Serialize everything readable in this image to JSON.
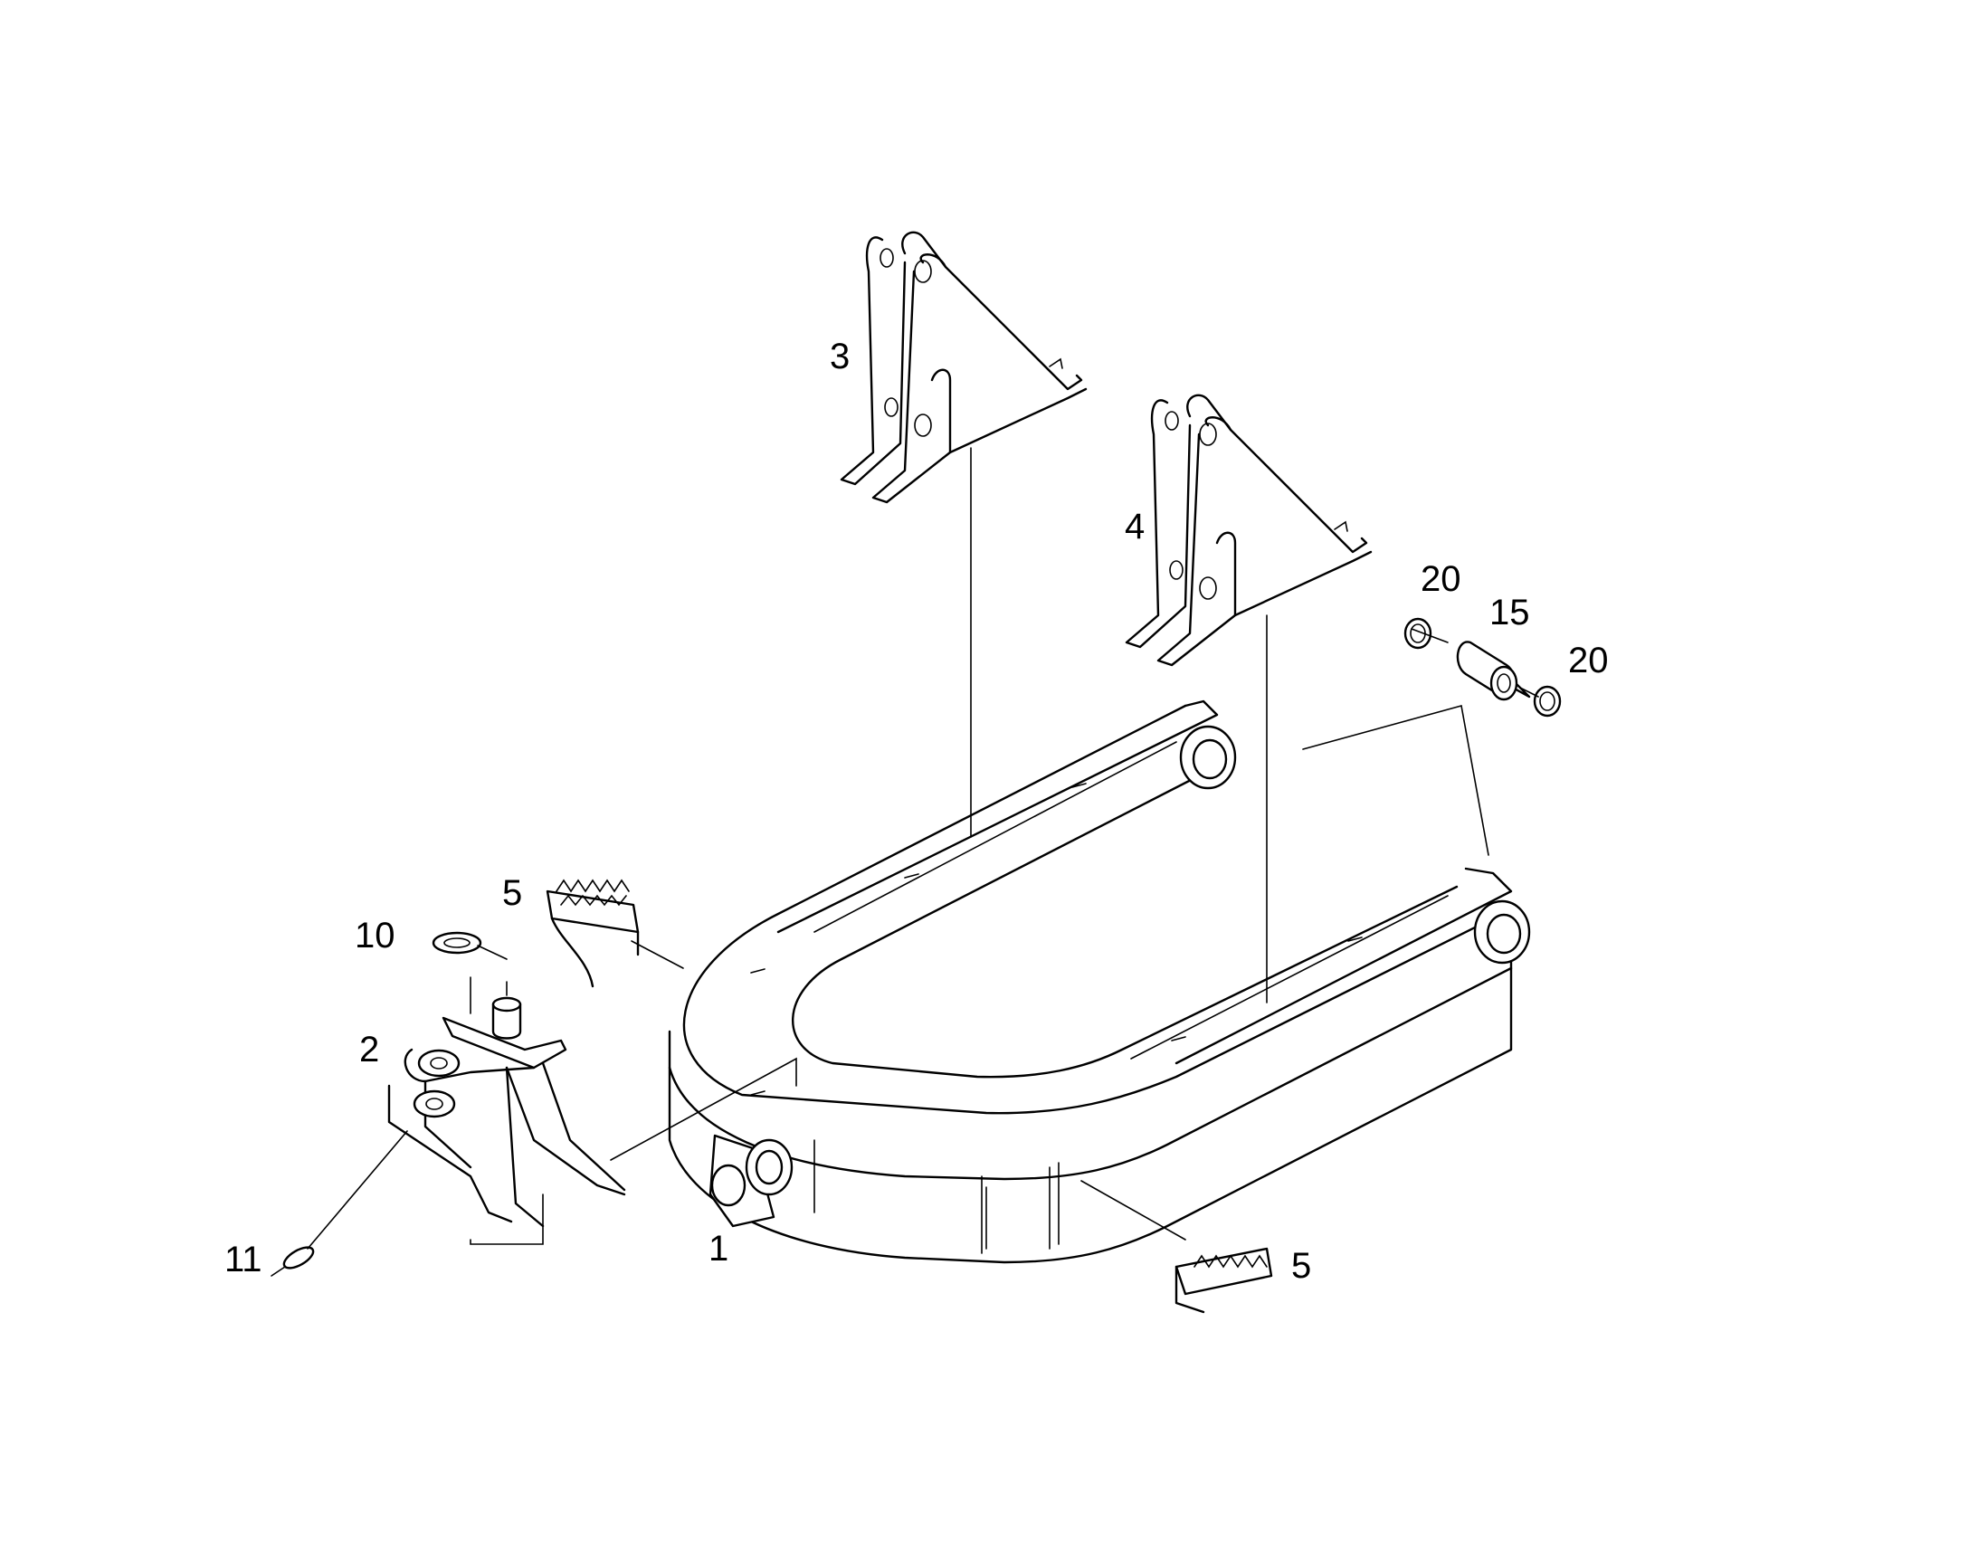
{
  "callouts": {
    "c1": "1",
    "c2": "2",
    "c3": "3",
    "c4": "4",
    "c5a": "5",
    "c5b": "5",
    "c10": "10",
    "c11": "11",
    "c15": "15",
    "c20a": "20",
    "c20b": "20"
  },
  "colors": {
    "line": "#000000",
    "background": "#ffffff"
  }
}
